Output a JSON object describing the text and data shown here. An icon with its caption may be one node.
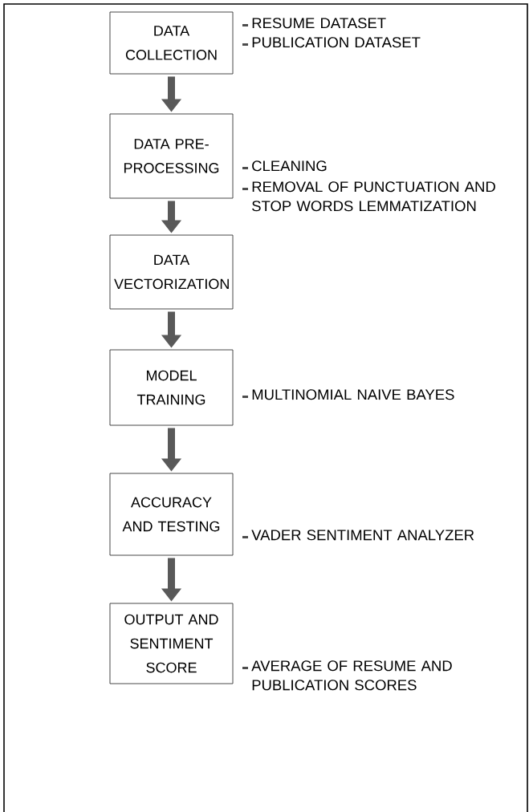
{
  "diagram": {
    "nodes": [
      {
        "text": [
          "DATA COLLECTION"
        ],
        "beside": [
          "RESUME DATASET",
          "PUBLICATION DATASET"
        ]
      },
      {
        "text": [
          "DATA PRE-PROCESSING"
        ],
        "beside": [
          "CLEANING",
          "REMOVAL OF PUNCTUATION AND STOP WORDS LEMMATIZATION"
        ]
      },
      {
        "text": [
          "DATA VECTORIZATION"
        ]
      },
      {
        "text": [
          "MODEL TRAINING"
        ],
        "beside": [
          "MULTINOMIAL NAIVE BAYES"
        ]
      },
      {
        "text": [
          "ACCURACY AND TESTING"
        ],
        "beside": [
          "VADER SENTIMENT ANALYZER"
        ]
      },
      {
        "text": [
          "OUTPUT AND SENTIMENT SCORE"
        ],
        "beside": [
          "AVERAGE OF RESUME AND PUBLICATION SCORES"
        ]
      }
    ],
    "edges": [
      {
        "from": 0,
        "to": 1,
        "arrow": "to"
      },
      {
        "from": 1,
        "to": 2,
        "arrow": "to"
      },
      {
        "from": 2,
        "to": 3,
        "arrow": "to"
      },
      {
        "from": 3,
        "to": 4,
        "arrow": "to"
      },
      {
        "from": 4,
        "to": 5,
        "arrow": "to"
      }
    ]
  }
}
